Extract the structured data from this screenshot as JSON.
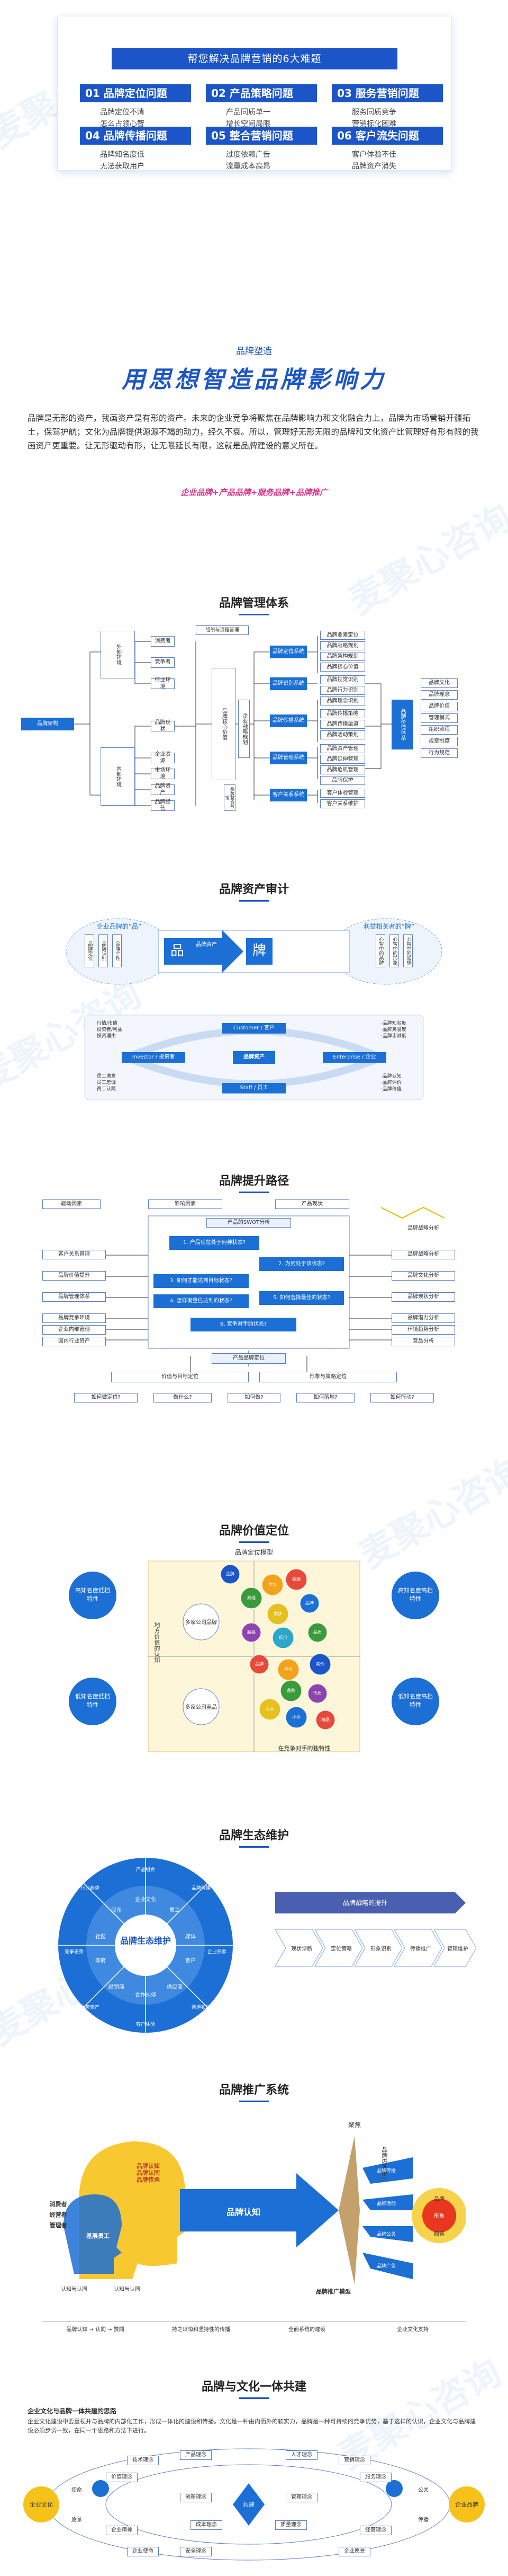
{
  "problems": {
    "heading": "帮您解决品牌营销的6大难题",
    "items": [
      {
        "title": "01 品牌定位问题",
        "lines": [
          "品牌定位不清",
          "怎么占领心智"
        ]
      },
      {
        "title": "02 产品策略问题",
        "lines": [
          "产品同质单一",
          "增长空间局限"
        ]
      },
      {
        "title": "03 服务营销问题",
        "lines": [
          "服务同质竞争",
          "营销标化困难"
        ]
      },
      {
        "title": "04 品牌传播问题",
        "lines": [
          "品牌知名度低",
          "无法获取用户"
        ]
      },
      {
        "title": "05 整合营销问题",
        "lines": [
          "过度依赖广告",
          "流量成本高昂"
        ]
      },
      {
        "title": "06 客户流失问题",
        "lines": [
          "客户体验不佳",
          "品牌资产消失"
        ]
      }
    ]
  },
  "intro": {
    "subtitle": "品牌塑造",
    "title": "用思想智造品牌影响力",
    "paragraph": "品牌是无形的资产，我画资产是有形的资产。未来的企业竞争将聚焦在品牌影响力和文化融合力上，品牌为市场营销开疆拓土，保驾护航；文化为品牌提供源源不竭的动力，经久不衰。所以，管理好无形无限的品牌和文化资产比管理好有形有限的我画资产更重要。让无形驱动有形，让无限延长有限，这就是品牌建设的意义所在。",
    "slogan": "企业品牌+产品品牌+服务品牌+品牌推广"
  },
  "mgmt": {
    "title": "品牌管理体系",
    "root": "品牌架构",
    "left_groups": [
      "外部环境",
      "内部环境"
    ],
    "left_items": [
      "消费者",
      "竞争者",
      "行业环境",
      "品牌现状",
      "企业资源",
      "市场环境",
      "品牌资产",
      "品牌经营"
    ],
    "core": "品牌核心价值",
    "mid_blocks": [
      "品牌定位系统",
      "品牌识别系统",
      "品牌传播系统",
      "品牌管理系统",
      "客户关系系统"
    ],
    "mid_vert": [
      "企业战略规划",
      "品牌整合营销",
      "组织与流程管理"
    ],
    "right_items": [
      "品牌要素定位",
      "品牌战略规划",
      "品牌架构规划",
      "品牌核心价值",
      "品牌视觉识别",
      "品牌行为识别",
      "品牌理念识别",
      "品牌传播策略",
      "品牌传播渠道",
      "品牌活动策划",
      "品牌资产管理",
      "品牌延伸管理",
      "品牌危机管理",
      "品牌保护",
      "客户体验管理",
      "客户关系维护"
    ],
    "far_right_head": "品牌价值体系",
    "far_right": [
      "品牌文化",
      "品牌理念",
      "品牌价值",
      "管理模式",
      "组织流程",
      "规章制度",
      "行为规范"
    ]
  },
  "audit": {
    "title": "品牌资产审计",
    "left_cloud": "企业品牌的“品”",
    "right_cloud": "利益相关者的“牌”",
    "left_words": [
      "品牌定位",
      "品牌识别",
      "品牌个性"
    ],
    "center_left": "品",
    "center_right": "牌",
    "mid_label": "品牌资产",
    "right_words": [
      "心智中的品牌",
      "心智中的形象",
      "心智中的联想"
    ],
    "flow_top": "Customer / 客户",
    "flow_left": "Investor / 投资者",
    "flow_right": "Enterprise / 企业",
    "flow_bottom": "Staff / 员工",
    "flow_center": "品牌资产",
    "left_notes": [
      "·行情/市值",
      "·投资者/利益",
      "·投资理由"
    ],
    "left_notes2": [
      "·员工满意",
      "·员工忠诚",
      "·员工认同"
    ],
    "right_notes": [
      "·品牌知名度",
      "·品牌美誉度",
      "·品牌忠诚度"
    ],
    "right_notes2": [
      "·品牌认知",
      "·品牌评价",
      "·品牌价值"
    ]
  },
  "path": {
    "title": "品牌提升路径",
    "top_left": "驱动因素",
    "top_mid": "影响因素",
    "top_right": "产品现状",
    "swot_head": "产品的SWOT分析",
    "questions": [
      "1. 产品现在处于何种状态?",
      "2. 为何处于该状态?",
      "3. 如何才能达到目标状态?",
      "4. 怎样衡量已达到的状态?",
      "5. 如何选择最佳的状态?",
      "6. 竞争对手的状态?"
    ],
    "left_items": [
      "客户关系管理",
      "品牌价值提升",
      "品牌管理体系",
      "品牌竞争环境",
      "企业内部管理",
      "国内行业资产"
    ],
    "right_items": [
      "品牌战略分析",
      "品牌文化分析",
      "品牌现状分析",
      "品牌潜力分析",
      "环境趋势分析",
      "竞品分析"
    ],
    "bottom_left": "价值与目标定位",
    "bottom_right": "形象与策略定位",
    "bottom_mid": "产品品牌定位",
    "final": [
      "如何做定位?",
      "做什么?",
      "如何做?",
      "如何落地?",
      "如何行动?"
    ],
    "side_label": "品牌战略分析"
  },
  "value": {
    "title": "品牌价值定位",
    "subtitle": "品牌定位模型",
    "left_top": "高知名度低档特性",
    "left_bottom": "低知名度低档特性",
    "right_top": "高知名度高档特性",
    "right_bottom": "低知名度高档特性",
    "axis_y": "地方价值的认知",
    "axis_x": "在竞争对手的独特性",
    "bubbles": [
      "品牌",
      "高档",
      "大众",
      "高端",
      "品牌",
      "奢侈",
      "超高",
      "低价",
      "品质",
      "品牌",
      "平价",
      "高价",
      "品牌",
      "优质",
      "大众",
      "小众",
      "精品"
    ],
    "circles": [
      "多家公司品牌",
      "多家公司竞品"
    ]
  },
  "eco": {
    "title": "品牌生态维护",
    "center": "品牌生态维护",
    "ring": [
      "企业文化",
      "员工",
      "媒体",
      "客户",
      "供应商",
      "合作伙伴",
      "经销商",
      "政府",
      "社区",
      "股东"
    ],
    "outer": [
      "产品组合",
      "品牌传播",
      "企业形象",
      "渠道布局",
      "客户体验",
      "品牌资产",
      "竞争态势",
      "行业趋势"
    ],
    "arrow_head": "品牌战略的提升",
    "steps": [
      "现状诊断",
      "定位策略",
      "形象识别",
      "传播推广",
      "管理维护"
    ]
  },
  "promo": {
    "title": "品牌推广系统",
    "words_l": [
      "消费者",
      "经营者",
      "管理者",
      "基层员工"
    ],
    "head_words": [
      "品牌认知",
      "品牌认同",
      "品牌传承"
    ],
    "arrow": "品牌认知",
    "burst": [
      "聚焦",
      "品牌内外推广"
    ],
    "right_items": [
      "品牌传播",
      "品牌活动",
      "品牌公关",
      "品牌广告"
    ],
    "sun": [
      "品牌",
      "形象",
      "服务"
    ],
    "model": "品牌推广模型",
    "labels": [
      "认知与认同",
      "认知与认同"
    ],
    "bottom": [
      "品牌认知 → 认同 → 赞同",
      "持之以恒和坚持性的传播",
      "全面系统的建设",
      "企业文化支持"
    ]
  },
  "culture": {
    "title": "品牌与文化一体共建",
    "subtitle": "企业文化与品牌一体共建的思路",
    "paragraph": "企业文化建设中要重视并与品牌的内部化工作，形成一体化的建设和传播。文化是一种由内而外的软实力，品牌是一种可持续的竞争优势，基于这样的认识，企业文化与品牌建设必须步调一致，在同一个思路和方法下进行。",
    "left": "企业文化",
    "right": "企业品牌",
    "center": "共建",
    "nodes": [
      "技术理念",
      "产品理念",
      "价值理念",
      "人才理念",
      "营销理念",
      "服务理念",
      "创新理念",
      "成本理念",
      "质量理念",
      "安全理念",
      "管理理念",
      "企业精神",
      "企业使命",
      "企业愿景",
      "经营理念"
    ],
    "left_mini": [
      "使命",
      "愿景"
    ],
    "right_mini": [
      "公关",
      "传播"
    ]
  },
  "watermark": "麦聚心咨询"
}
